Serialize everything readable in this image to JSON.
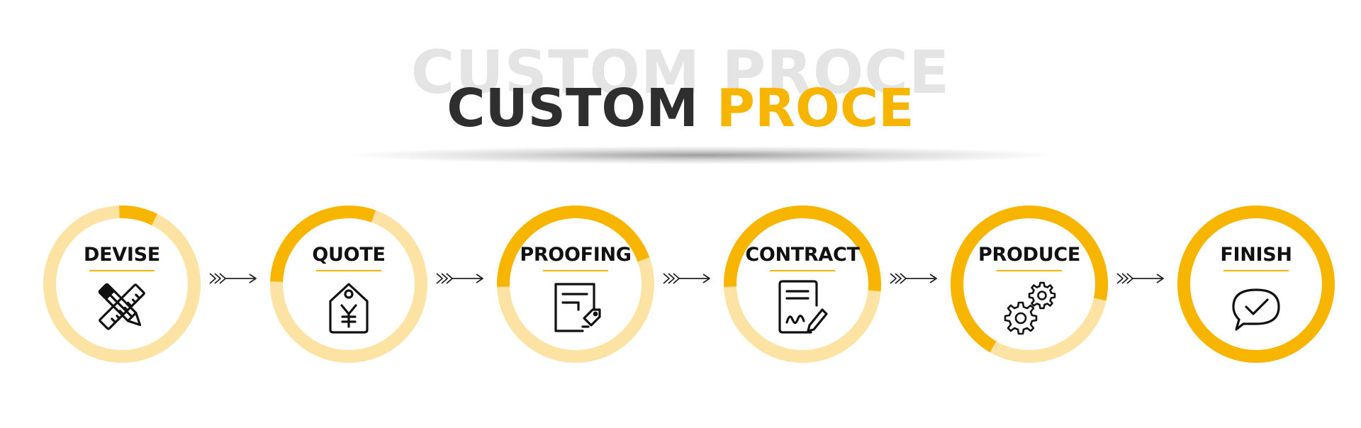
{
  "header": {
    "watermark": "CUSTOM PROCE",
    "title_part1": "CUSTOM",
    "title_part2": "PROCE"
  },
  "colors": {
    "accent": "#f7b500",
    "ring_light": "#fde3a3",
    "text_dark": "#111111"
  },
  "steps": [
    {
      "label": "DEVISE",
      "icon": "ruler-pencil-icon",
      "progress": 0.08
    },
    {
      "label": "QUOTE",
      "icon": "price-tag-yen-icon",
      "progress": 0.3
    },
    {
      "label": "PROOFING",
      "icon": "document-tag-icon",
      "progress": 0.45
    },
    {
      "label": "CONTRACT",
      "icon": "contract-sign-icon",
      "progress": 0.52
    },
    {
      "label": "PRODUCE",
      "icon": "gears-icon",
      "progress": 0.7
    },
    {
      "label": "FINISH",
      "icon": "chat-check-icon",
      "progress": 1.0
    }
  ]
}
